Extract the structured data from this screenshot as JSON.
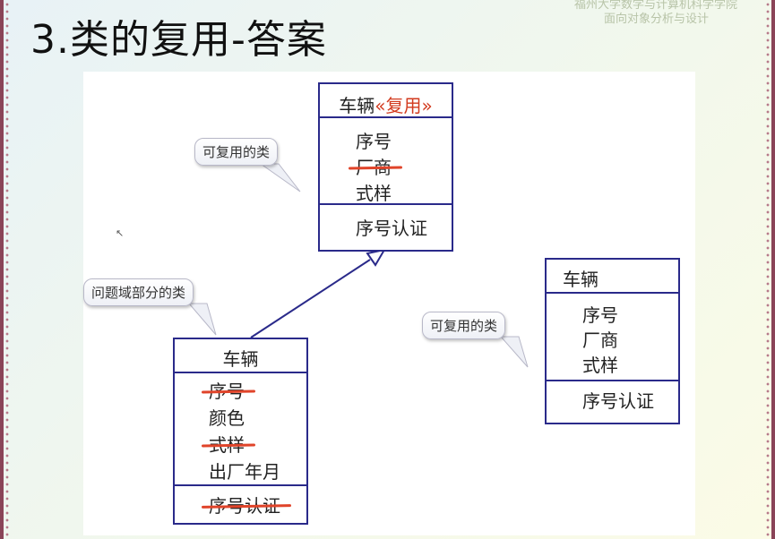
{
  "slide": {
    "title": "3.类的复用-答案",
    "header_line1": "福州大学数学与计算机科学学院",
    "header_line2": "面向对象分析与设计"
  },
  "diagram": {
    "reusable_class": {
      "name": "车辆",
      "stereotype": "«复用»",
      "attributes": [
        "序号",
        "厂商",
        "式样"
      ],
      "struck_attributes": [
        false,
        true,
        false
      ],
      "operations": [
        "序号认证"
      ]
    },
    "problem_domain_class": {
      "name": "车辆",
      "attributes": [
        "序号",
        "颜色",
        "式样",
        "出厂年月"
      ],
      "struck_attributes": [
        true,
        false,
        true,
        false
      ],
      "operations": [
        "序号认证"
      ],
      "struck_operations": [
        true
      ]
    },
    "right_class": {
      "name": "车辆",
      "attributes": [
        "序号",
        "厂商",
        "式样"
      ],
      "operations": [
        "序号认证"
      ]
    },
    "callouts": {
      "top": "可复用的类",
      "left": "问题域部分的类",
      "right": "可复用的类"
    },
    "colors": {
      "border": "#2a2a8a",
      "strike": "#e0442a",
      "stereotype": "#d23a1e",
      "frame": "#8a4458"
    }
  }
}
